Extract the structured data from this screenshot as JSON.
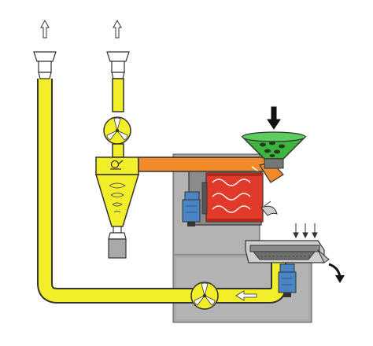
{
  "diagram": {
    "description_labels": [],
    "flow_directions": {
      "left_stack_exhaust": "up",
      "right_stack_exhaust": "up",
      "hopper_feed": "down",
      "cooling_air_in": "down",
      "discharge": "down-right",
      "return_duct": "left"
    },
    "colors": {
      "yellow_duct": "#f2ee2a",
      "orange_duct": "#f08a2a",
      "drum_red": "#e23a2a",
      "hopper_green": "#3fb53f",
      "machine_gray": "#a9a9a9",
      "motor_blue": "#4a84c4",
      "outline": "#333333"
    },
    "components": [
      "exhaust-stack-left",
      "exhaust-stack-right",
      "fan-upper",
      "cyclone-separator",
      "hopper",
      "roasting-drum",
      "cooling-tray",
      "fan-lower",
      "motor-drum",
      "motor-cooler"
    ]
  }
}
